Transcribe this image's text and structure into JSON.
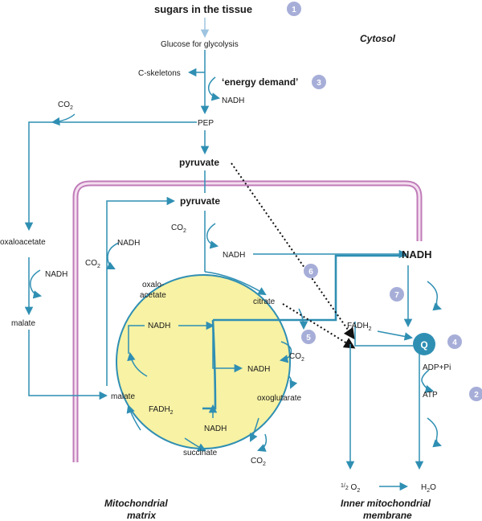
{
  "labels": {
    "sugars": "sugars in the tissue",
    "glucose": "Glucose for glycolysis",
    "cskeletons": "C-skeletons",
    "energy_demand": "‘energy demand’",
    "nadh": "NADH",
    "co2": "CO",
    "co2_sub": "2",
    "pep": "PEP",
    "pyruvate": "pyruvate",
    "oxaloacetate": "oxaloacetate",
    "malate": "malate",
    "oxaloacetate_split_1": "oxalo-",
    "oxaloacetate_split_2": "acetate",
    "citrate": "citrate",
    "oxoglutarate": "oxoglutarate",
    "succinate": "succinate",
    "fadh": "FADH",
    "fadh_sub": "2",
    "q": "Q",
    "adp_pi": "ADP+Pi",
    "atp": "ATP",
    "half": "1/",
    "half_sub": "2",
    "o2": " O",
    "o2_sub": "2",
    "h2o": "H",
    "h2o_sub": "2",
    "h2o_end": "O"
  },
  "regions": {
    "cytosol": "Cytosol",
    "matrix_line1": "Mitochondrial",
    "matrix_line2": "matrix",
    "membrane_line1": "Inner mitochondrial",
    "membrane_line2": "membrane"
  },
  "step_markers": [
    "1",
    "2",
    "3",
    "4",
    "5",
    "6",
    "7"
  ],
  "colors": {
    "arrow": "#2f8fb3",
    "membrane": "#c07bb8",
    "matrix_fill": "#f7f2a4",
    "marker": "#a6aed8",
    "q_circle": "#2f8fb3"
  }
}
